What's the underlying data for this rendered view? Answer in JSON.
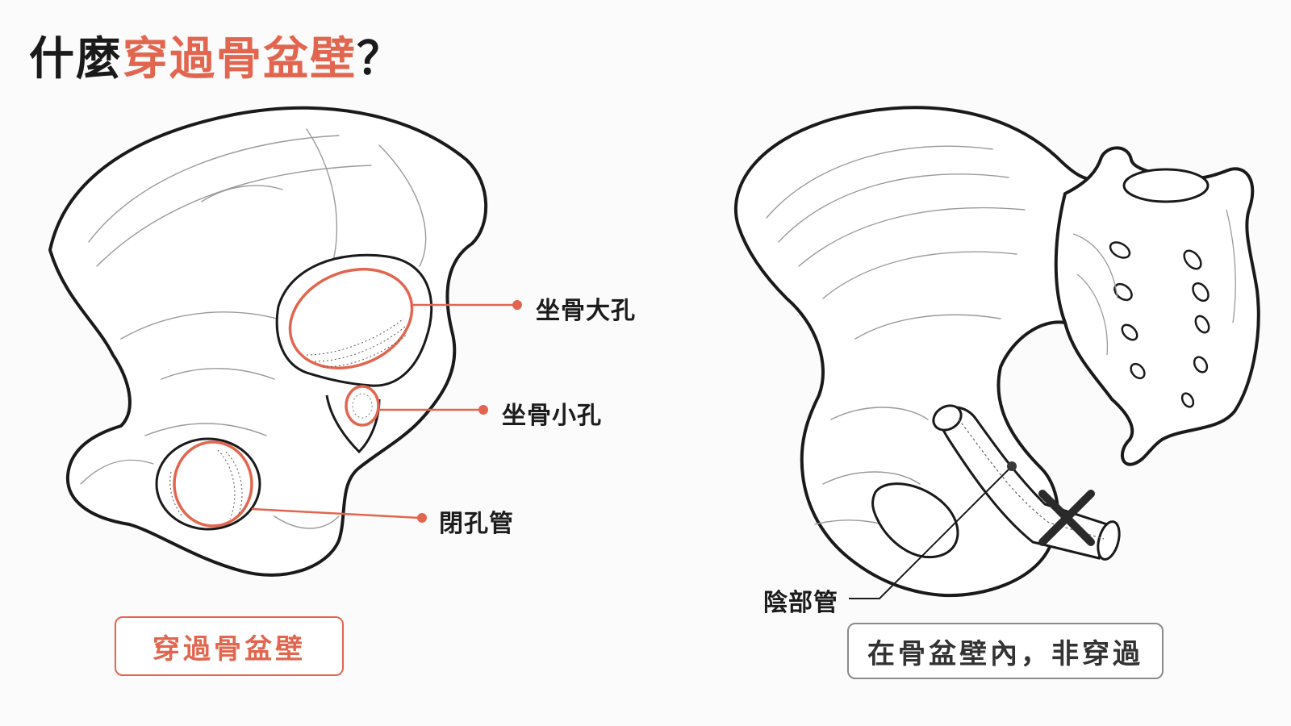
{
  "title": {
    "prefix": "什麼",
    "highlight": "穿過骨盆壁",
    "suffix": "？"
  },
  "left_panel": {
    "labels": {
      "greater_sciatic_foramen": "坐骨大孔",
      "lesser_sciatic_foramen": "坐骨小孔",
      "obturator_canal": "閉孔管"
    },
    "caption": "穿過骨盆壁"
  },
  "right_panel": {
    "labels": {
      "pudendal_canal": "陰部管"
    },
    "caption": "在骨盆壁內，非穿過"
  },
  "colors": {
    "accent": "#e2664f",
    "outline": "#1a1a1a",
    "sketch_line": "#9a9a9a",
    "gray_border": "#8a8a8a",
    "background": "#fbfbfb"
  }
}
